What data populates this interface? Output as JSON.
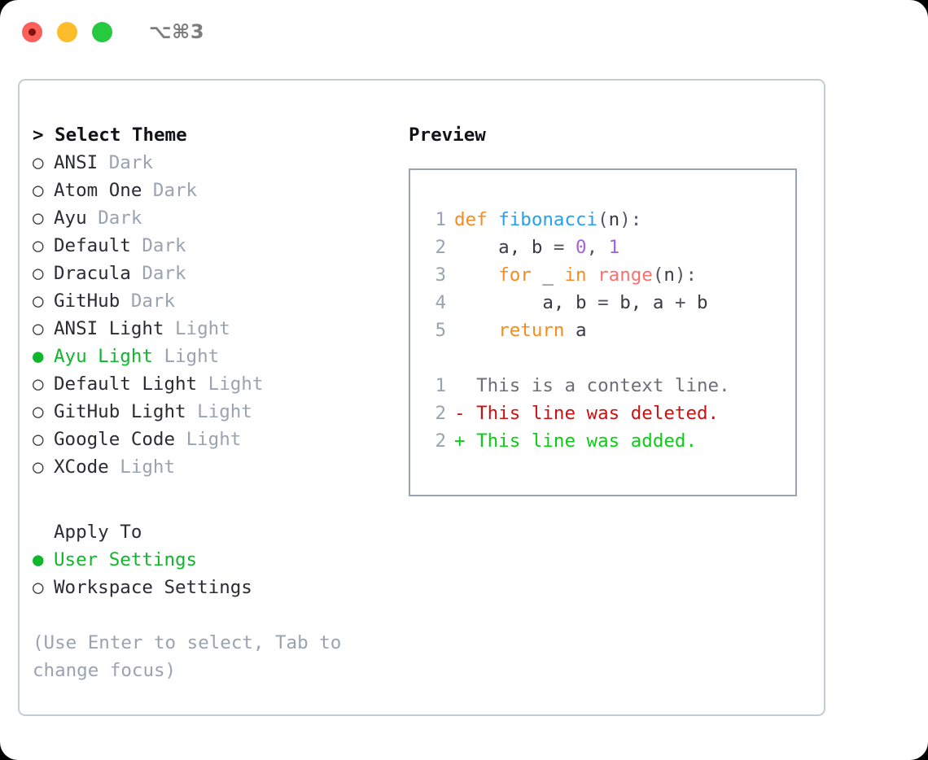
{
  "titlebar": {
    "lights": [
      {
        "name": "close-button",
        "color": "#fb6058"
      },
      {
        "name": "minimize-button",
        "color": "#fcbc2c"
      },
      {
        "name": "maximize-button",
        "color": "#26c93f"
      }
    ],
    "shortcut": "⌥⌘3"
  },
  "theme_picker": {
    "heading_prefix": "> ",
    "heading": "Select Theme",
    "items": [
      {
        "marker": "○",
        "label": "ANSI",
        "suffix": "Dark",
        "selected": false
      },
      {
        "marker": "○",
        "label": "Atom One",
        "suffix": "Dark",
        "selected": false
      },
      {
        "marker": "○",
        "label": "Ayu",
        "suffix": "Dark",
        "selected": false
      },
      {
        "marker": "○",
        "label": "Default",
        "suffix": "Dark",
        "selected": false
      },
      {
        "marker": "○",
        "label": "Dracula",
        "suffix": "Dark",
        "selected": false
      },
      {
        "marker": "○",
        "label": "GitHub",
        "suffix": "Dark",
        "selected": false
      },
      {
        "marker": "○",
        "label": "ANSI Light",
        "suffix": "Light",
        "selected": false
      },
      {
        "marker": "●",
        "label": "Ayu Light",
        "suffix": "Light",
        "selected": true
      },
      {
        "marker": "○",
        "label": "Default Light",
        "suffix": "Light",
        "selected": false
      },
      {
        "marker": "○",
        "label": "GitHub Light",
        "suffix": "Light",
        "selected": false
      },
      {
        "marker": "○",
        "label": "Google Code",
        "suffix": "Light",
        "selected": false
      },
      {
        "marker": "○",
        "label": "XCode",
        "suffix": "Light",
        "selected": false
      }
    ]
  },
  "apply_to": {
    "heading": "Apply To",
    "items": [
      {
        "marker": "●",
        "label": "User Settings",
        "selected": true
      },
      {
        "marker": "○",
        "label": "Workspace Settings",
        "selected": false
      }
    ]
  },
  "hint": "(Use Enter to select, Tab to change focus)",
  "preview": {
    "title": "Preview",
    "code_lines": [
      {
        "n": "1",
        "tokens": [
          {
            "t": "def",
            "c": "kw"
          },
          {
            "t": " ",
            "c": "var"
          },
          {
            "t": "fibonacci",
            "c": "fn"
          },
          {
            "t": "(",
            "c": "punct"
          },
          {
            "t": "n",
            "c": "var"
          },
          {
            "t": "):",
            "c": "punct"
          }
        ]
      },
      {
        "n": "2",
        "tokens": [
          {
            "t": "    a, b ",
            "c": "var"
          },
          {
            "t": "= ",
            "c": "punct"
          },
          {
            "t": "0",
            "c": "num"
          },
          {
            "t": ", ",
            "c": "punct"
          },
          {
            "t": "1",
            "c": "num"
          }
        ]
      },
      {
        "n": "3",
        "tokens": [
          {
            "t": "    ",
            "c": "var"
          },
          {
            "t": "for",
            "c": "kw"
          },
          {
            "t": " _ ",
            "c": "var"
          },
          {
            "t": "in",
            "c": "kw"
          },
          {
            "t": " ",
            "c": "var"
          },
          {
            "t": "range",
            "c": "bif"
          },
          {
            "t": "(",
            "c": "punct"
          },
          {
            "t": "n",
            "c": "var"
          },
          {
            "t": "):",
            "c": "punct"
          }
        ]
      },
      {
        "n": "4",
        "tokens": [
          {
            "t": "        a, b ",
            "c": "var"
          },
          {
            "t": "= ",
            "c": "punct"
          },
          {
            "t": "b, a ",
            "c": "var"
          },
          {
            "t": "+ ",
            "c": "punct"
          },
          {
            "t": "b",
            "c": "var"
          }
        ]
      },
      {
        "n": "5",
        "tokens": [
          {
            "t": "    ",
            "c": "var"
          },
          {
            "t": "return",
            "c": "kw"
          },
          {
            "t": " a",
            "c": "var"
          }
        ]
      }
    ],
    "diff_lines": [
      {
        "n": "1",
        "sign": "  ",
        "text": "This is a context line.",
        "kind": "diff-ctx"
      },
      {
        "n": "2",
        "sign": "- ",
        "text": "This line was deleted.",
        "kind": "diff-del"
      },
      {
        "n": "2",
        "sign": "+ ",
        "text": "This line was added.",
        "kind": "diff-add"
      }
    ]
  },
  "colors": {
    "accent_green": "#10b72c",
    "keyword_orange": "#f78c1e",
    "function_blue": "#23a0f2",
    "number_purple": "#a463d6",
    "builtin_red": "#fa7070",
    "muted_gray": "#9aa3b0",
    "diff_added": "#0ccc18",
    "diff_deleted": "#cc1111"
  }
}
